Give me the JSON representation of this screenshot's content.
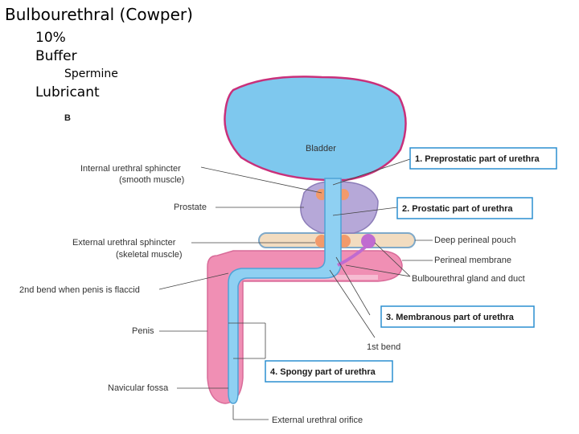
{
  "slide": {
    "title": "Bulbourethral (Cowper)",
    "bullets": [
      "10%",
      "Buffer",
      "Spermine",
      "Lubricant"
    ]
  },
  "diagram": {
    "panel_letter": "B",
    "organs": {
      "bladder": "Bladder"
    },
    "left_labels": {
      "internal_sphincter_1": "Internal urethral sphincter",
      "internal_sphincter_2": "(smooth muscle)",
      "prostate": "Prostate",
      "external_sphincter_1": "External urethral sphincter",
      "external_sphincter_2": "(skeletal muscle)",
      "second_bend": "2nd bend when penis is flaccid",
      "penis": "Penis",
      "navicular_fossa": "Navicular fossa"
    },
    "right_labels": {
      "deep_perineal_pouch": "Deep perineal pouch",
      "perineal_membrane": "Perineal membrane",
      "bulbourethral_gland": "Bulbourethral gland and duct",
      "first_bend": "1st bend",
      "external_orifice": "External urethral orifice"
    },
    "urethra_parts": {
      "p1": "1. Preprostatic part of urethra",
      "p2": "2. Prostatic part of urethra",
      "p3": "3. Membranous part of urethra",
      "p4": "4. Spongy part of urethra"
    },
    "colors": {
      "bladder": "#7ec8ee",
      "bladder_outline": "#c9307a",
      "prostate": "#b6a8d8",
      "penis_tissue": "#f08fb4",
      "urethra": "#8fd0f2",
      "pouch": "#f2dcc0",
      "box_border": "#2b8fd0"
    }
  }
}
